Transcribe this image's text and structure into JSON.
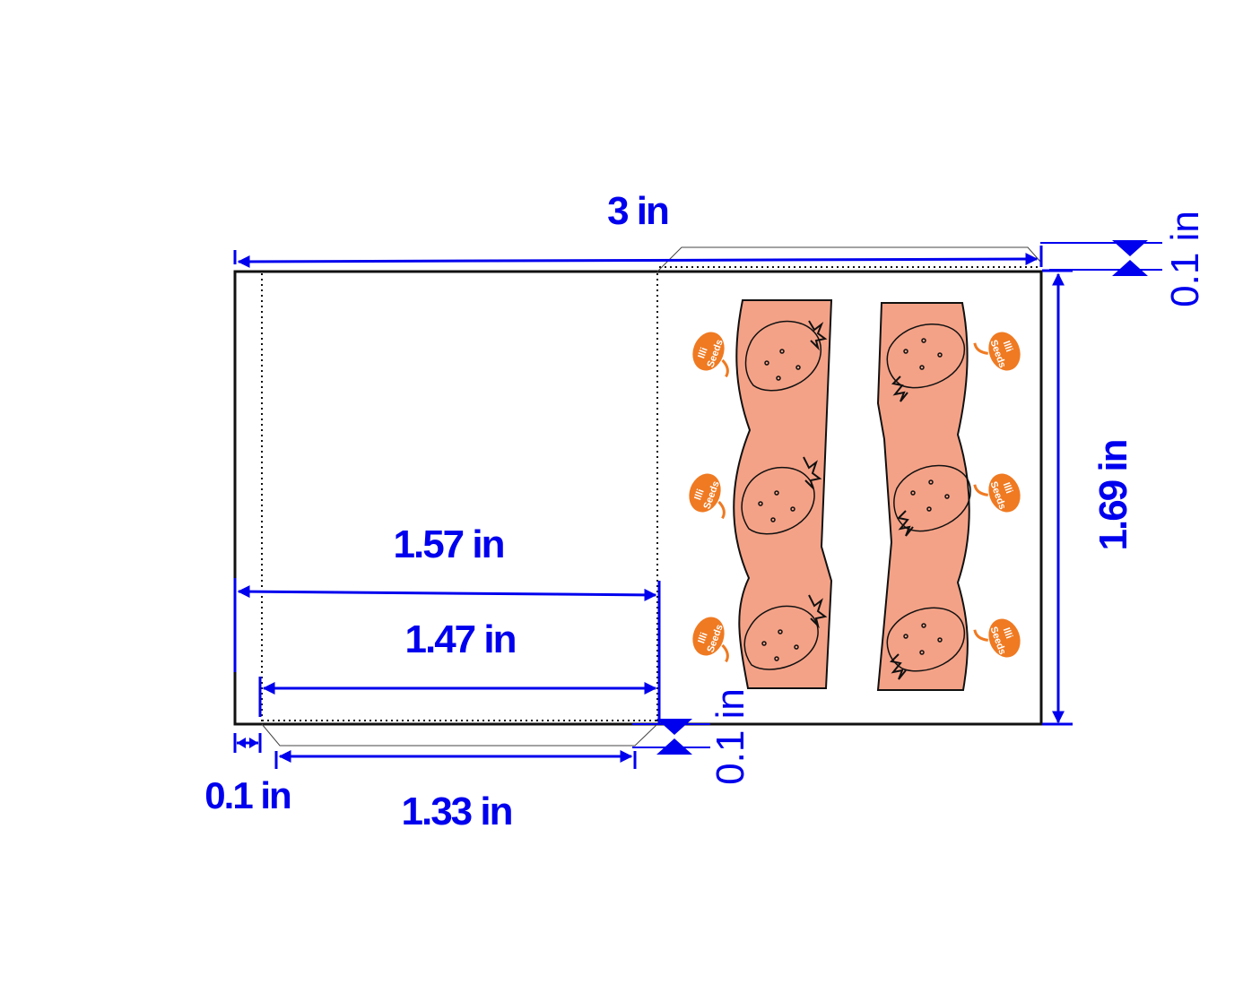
{
  "dimensions": {
    "overall_width": "3 in",
    "overall_height": "1.69 in",
    "panel_width": "1.57 in",
    "inner_width": "1.47 in",
    "flap_width": "1.33 in",
    "left_gap": "0.1 in",
    "top_flap": "0.1 in",
    "bottom_flap": "0.1 in"
  },
  "artwork": {
    "logo_line1": "Illi",
    "logo_line2": "Seeds"
  },
  "colors": {
    "dimension": "#0000ee",
    "stripe": "#f4a287",
    "logo": "#ef7a22",
    "outline": "#111111"
  }
}
